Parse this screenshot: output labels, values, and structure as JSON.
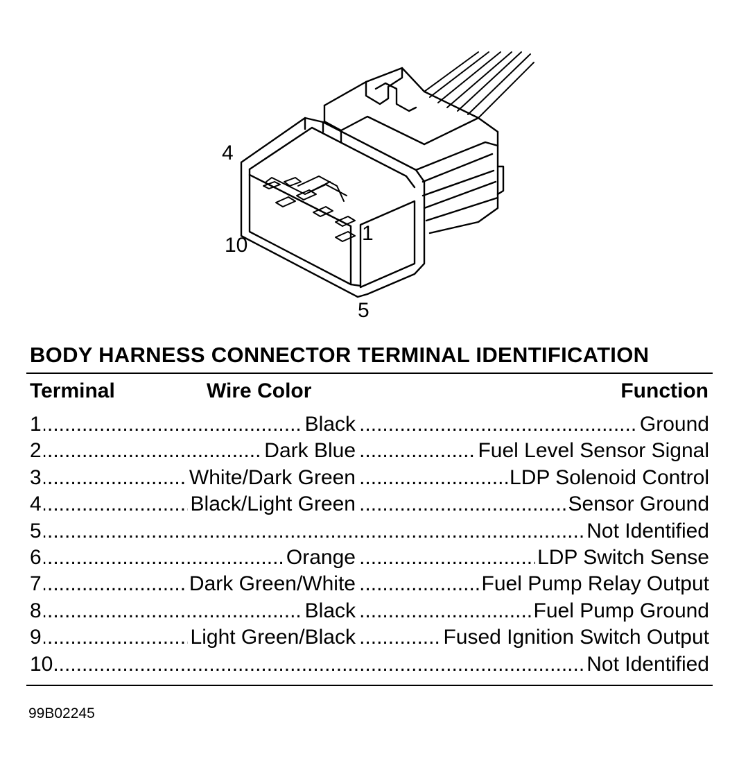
{
  "figure": {
    "pin_labels": {
      "pin_4": "4",
      "pin_10": "10",
      "pin_1": "1",
      "pin_5": "5"
    },
    "illustration_name": "body-harness-connector"
  },
  "table": {
    "title": "BODY HARNESS CONNECTOR TERMINAL IDENTIFICATION",
    "headers": {
      "terminal": "Terminal",
      "wire_color": "Wire Color",
      "function": "Function"
    },
    "rows": [
      {
        "terminal": "1",
        "wire_color": "Black",
        "function": "Ground"
      },
      {
        "terminal": "2",
        "wire_color": "Dark Blue",
        "function": "Fuel Level Sensor Signal"
      },
      {
        "terminal": "3",
        "wire_color": "White/Dark Green",
        "function": "LDP Solenoid Control"
      },
      {
        "terminal": "4",
        "wire_color": "Black/Light Green",
        "function": "Sensor Ground"
      },
      {
        "terminal": "5",
        "wire_color": "",
        "function": "Not Identified"
      },
      {
        "terminal": "6",
        "wire_color": "Orange",
        "function": "LDP Switch Sense"
      },
      {
        "terminal": "7",
        "wire_color": "Dark Green/White",
        "function": "Fuel Pump Relay Output"
      },
      {
        "terminal": "8",
        "wire_color": "Black",
        "function": "Fuel Pump Ground"
      },
      {
        "terminal": "9",
        "wire_color": "Light Green/Black",
        "function": "Fused Ignition Switch Output"
      },
      {
        "terminal": "10",
        "wire_color": "",
        "function": "Not Identified"
      }
    ]
  },
  "footer": {
    "figure_code": "99B02245"
  },
  "colors": {
    "ink": "#000000",
    "paper": "#ffffff"
  }
}
